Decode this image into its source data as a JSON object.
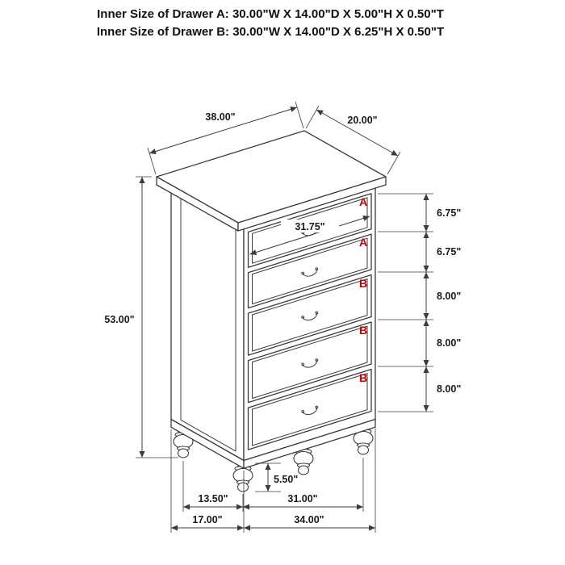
{
  "header": {
    "line1": "Inner Size of Drawer A: 30.00\"W X 14.00\"D X 5.00\"H X 0.50\"T",
    "line2": "Inner Size of Drawer B: 30.00\"W X 14.00\"D X 6.25\"H X 0.50\"T"
  },
  "drawing": {
    "dimensions": {
      "top_width": "38.00\"",
      "top_depth": "20.00\"",
      "overall_height": "53.00\"",
      "drawer_width": "31.75\"",
      "drawer_heights": [
        "6.75\"",
        "6.75\"",
        "8.00\"",
        "8.00\"",
        "8.00\""
      ],
      "foot_height": "5.50\"",
      "foot_spacing_depth": "13.50\"",
      "foot_spacing_width": "31.00\"",
      "base_depth": "17.00\"",
      "base_width": "34.00\""
    },
    "drawer_labels": [
      "A",
      "A",
      "B",
      "B",
      "B"
    ]
  },
  "colors": {
    "line": "#3b3b3b",
    "drawer_label": "#cc0000",
    "text": "#111111",
    "background": "#ffffff"
  }
}
